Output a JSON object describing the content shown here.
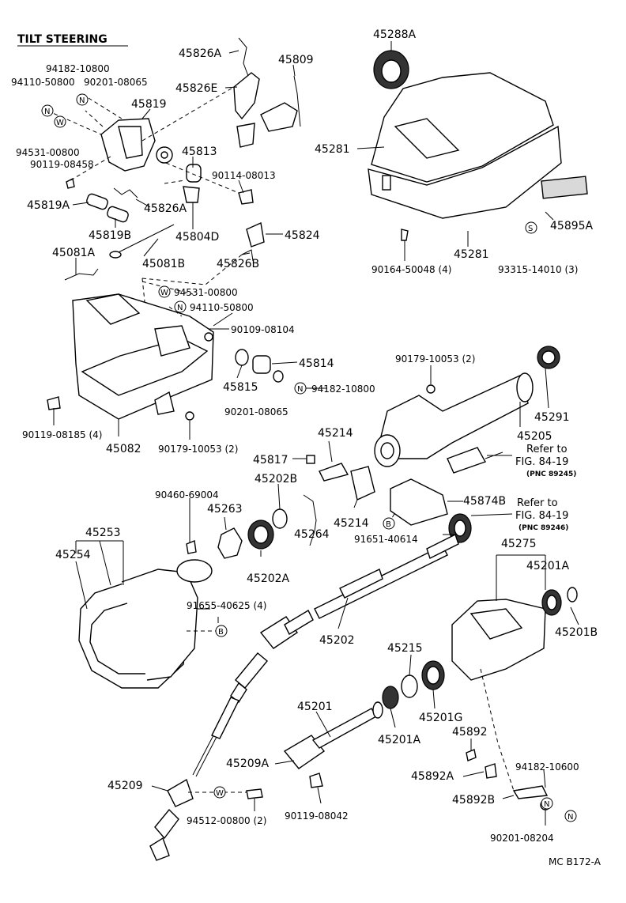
{
  "title": "TILT STEERING",
  "footer_code": "MC  B172-A",
  "refer_to": "Refer to",
  "symbols": {
    "N": "N",
    "W": "W",
    "B": "B",
    "S": "S"
  },
  "labels": {
    "p45826A": "45826A",
    "p45809": "45809",
    "p45826E": "45826E",
    "p94182_10800_top": "94182-10800",
    "p94110_50800_top": "94110-50800",
    "p90201_08065_top": "90201-08065",
    "p45819": "45819",
    "p94531_00800_top": "94531-00800",
    "p90119_08458": "90119-08458",
    "p45813": "45813",
    "p90114_08013": "90114-08013",
    "p45819A": "45819A",
    "p45826A_b": "45826A",
    "p45819B": "45819B",
    "p45804D": "45804D",
    "p45824": "45824",
    "p45081A": "45081A",
    "p45081B": "45081B",
    "p45826B": "45826B",
    "p94531_00800_mid": "94531-00800",
    "p94110_50800_mid": "94110-50800",
    "p90109_08104": "90109-08104",
    "p45814": "45814",
    "p45815": "45815",
    "p94182_10800_mid": "94182-10800",
    "p90201_08065_mid": "90201-08065",
    "p90119_08185": "90119-08185 (4)",
    "p45082": "45082",
    "p90179_10053_left": "90179-10053  (2)",
    "p45288A": "45288A",
    "p45281_a": "45281",
    "p45281_b": "45281",
    "p45895A": "45895A",
    "p90164_50048": "90164-50048 (4)",
    "p93315_14010": "93315-14010 (3)",
    "p90179_10053_right": "90179-10053 (2)",
    "p45291": "45291",
    "p45205": "45205",
    "fig1": "FIG. 84-19",
    "pnc1": "(PNC 89245)",
    "p45214_a": "45214",
    "p45817": "45817",
    "p45202B": "45202B",
    "p90460_69004": "90460-69004",
    "p45263": "45263",
    "p45874B": "45874B",
    "fig2": "FIG. 84-19",
    "pnc2": "(PNC 89246)",
    "p45253": "45253",
    "p45254": "45254",
    "p45264": "45264",
    "p45214_b": "45214",
    "p91651_40614": "91651-40614",
    "p45202A": "45202A",
    "p45275": "45275",
    "p45201A_a": "45201A",
    "p91655_40625": "91655-40625 (4)",
    "p45202": "45202",
    "p45201B": "45201B",
    "p45215": "45215",
    "p45201": "45201",
    "p45201G": "45201G",
    "p45201A_b": "45201A",
    "p45892": "45892",
    "p45209A": "45209A",
    "p45209": "45209",
    "p45892A": "45892A",
    "p94182_10600": "94182-10600",
    "p45892B": "45892B",
    "p94512_00800": "94512-00800 (2)",
    "p90119_08042": "90119-08042",
    "p90201_08204": "90201-08204"
  }
}
